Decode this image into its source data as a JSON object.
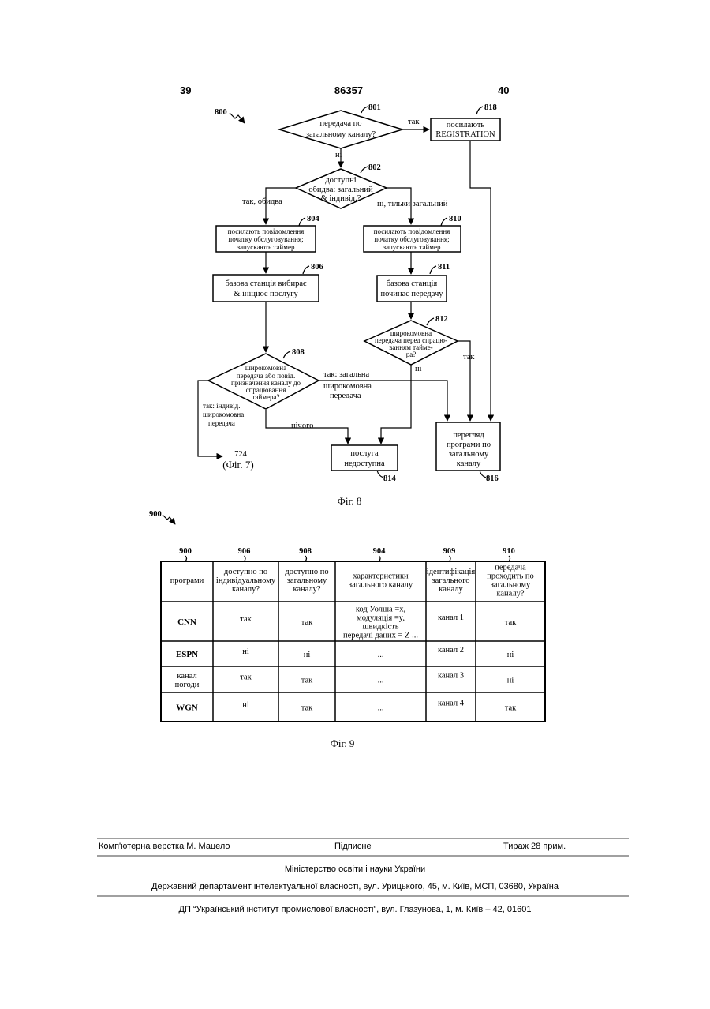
{
  "header": {
    "left_page": "39",
    "patent_number": "86357",
    "right_page": "40"
  },
  "fig8": {
    "figure_ref": "800",
    "caption": "Фіг. 8",
    "nodes": {
      "n801": {
        "ref": "801",
        "lines": [
          "передача по",
          "загальному каналу?"
        ]
      },
      "n818": {
        "ref": "818",
        "lines": [
          "посилають",
          "REGISTRATION"
        ]
      },
      "n802": {
        "ref": "802",
        "lines": [
          "доступні",
          "обидва: загальний",
          "& індивід.?"
        ]
      },
      "n804": {
        "ref": "804",
        "lines": [
          "посилають повідомлення",
          "початку обслуговування;",
          "запускають таймер"
        ]
      },
      "n810": {
        "ref": "810",
        "lines": [
          "посилають повідомлення",
          "початку обслуговування;",
          "запускають таймер"
        ]
      },
      "n806": {
        "ref": "806",
        "lines": [
          "базова станція вибирає",
          "& ініціює послугу"
        ]
      },
      "n811": {
        "ref": "811",
        "lines": [
          "базова станція",
          "починає передачу"
        ]
      },
      "n812": {
        "ref": "812",
        "lines": [
          "широкомовна",
          "передача перед спрацю-",
          "ванням тайме-",
          "ра?"
        ]
      },
      "n808": {
        "ref": "808",
        "lines": [
          "широкомовна",
          "передача або повід.",
          "призначення каналу до",
          "спрацювання",
          "таймера?"
        ]
      },
      "n814": {
        "ref": "814",
        "lines": [
          "послуга",
          "недоступна"
        ]
      },
      "n816": {
        "ref": "816",
        "lines": [
          "перегляд",
          "програми по",
          "загальному",
          "каналу"
        ]
      },
      "n724": {
        "ref": "724",
        "sub": "(Фіг. 7)"
      }
    },
    "edge_labels": {
      "yes_801": "так",
      "no_801": "ні",
      "yes_both": "так, обидва",
      "no_only_common": "ні, тільки загальний",
      "yes_812": "так",
      "no_812": "ні",
      "yes_common_l1": "так: загальна",
      "yes_common_l2": "широкомовна",
      "yes_common_l3": "передача",
      "yes_indiv_l1": "так: індивід.",
      "yes_indiv_l2": "широкомовна",
      "yes_indiv_l3": "передача",
      "nothing": "нічого"
    }
  },
  "fig9": {
    "figure_ref": "900",
    "caption": "Фіг. 9",
    "column_refs": [
      "900",
      "906",
      "908",
      "904",
      "909",
      "910"
    ],
    "headers": [
      [
        "програми"
      ],
      [
        "доступно по",
        "індивідуальному",
        "каналу?"
      ],
      [
        "доступно по",
        "загальному",
        "каналу?"
      ],
      [
        "характеристики",
        "загального каналу"
      ],
      [
        "ідентифікація",
        "загального",
        "каналу"
      ],
      [
        "передача",
        "проходить по",
        "загальному",
        "каналу?"
      ]
    ],
    "rows": [
      {
        "program": [
          "CNN"
        ],
        "indiv": "так",
        "common": "так",
        "chars": [
          "код Уолша =x,",
          "модуляція =y,",
          "швидкість",
          "передачі даних = Z ..."
        ],
        "id": "канал 1",
        "passes": "так"
      },
      {
        "program": [
          "ESPN"
        ],
        "indiv": "ні",
        "common": "ні",
        "chars": [
          "..."
        ],
        "id": "канал 2",
        "passes": "ні"
      },
      {
        "program": [
          "канал",
          "погоди"
        ],
        "indiv": "так",
        "common": "так",
        "chars": [
          "..."
        ],
        "id": "канал 3",
        "passes": "ні"
      },
      {
        "program": [
          "WGN"
        ],
        "indiv": "ні",
        "common": "так",
        "chars": [
          "..."
        ],
        "id": "канал 4",
        "passes": "так"
      }
    ]
  },
  "footer": {
    "layout": "Комп'ютерна верстка М. Мацело",
    "signed": "Підписне",
    "print_run": "Тираж 28 прим.",
    "ministry": "Міністерство освіти і науки України",
    "department": "Державний департамент інтелектуальної власності, вул. Урицького, 45, м. Київ, МСП, 03680, Україна",
    "institute": "ДП “Український інститут промислової власності”, вул. Глазунова, 1, м. Київ – 42, 01601"
  }
}
